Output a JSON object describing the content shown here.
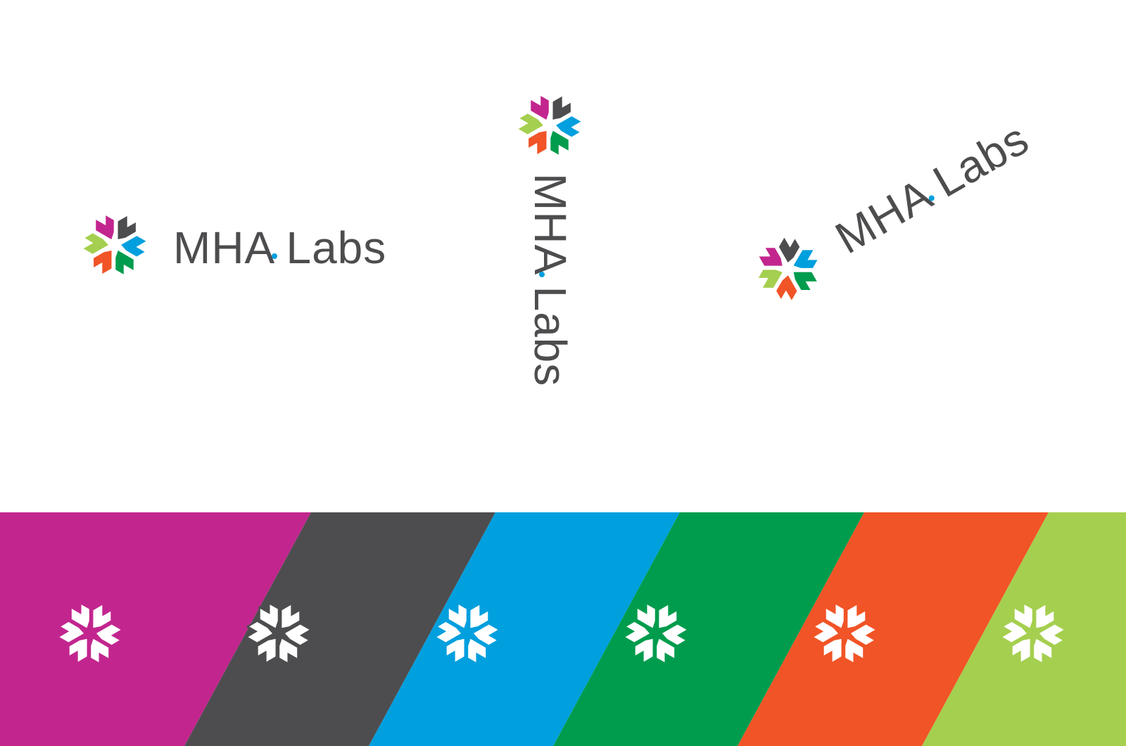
{
  "brand": {
    "name": "MHA Labs"
  },
  "colors": {
    "magenta": "#c2268e",
    "gray": "#4d4d4f",
    "blue": "#009fde",
    "green": "#009c4d",
    "orange": "#f15426",
    "lime": "#a5cf4f",
    "text": "#4d4d4f",
    "dot": "#009fde"
  },
  "icons": {
    "mark": "hexagon-pinwheel-icon"
  },
  "swatches": [
    {
      "name": "magenta",
      "color": "#c2268e"
    },
    {
      "name": "gray",
      "color": "#4d4d4f"
    },
    {
      "name": "blue",
      "color": "#009fde"
    },
    {
      "name": "green",
      "color": "#009c4d"
    },
    {
      "name": "orange",
      "color": "#f15426"
    },
    {
      "name": "lime",
      "color": "#a5cf4f"
    }
  ]
}
